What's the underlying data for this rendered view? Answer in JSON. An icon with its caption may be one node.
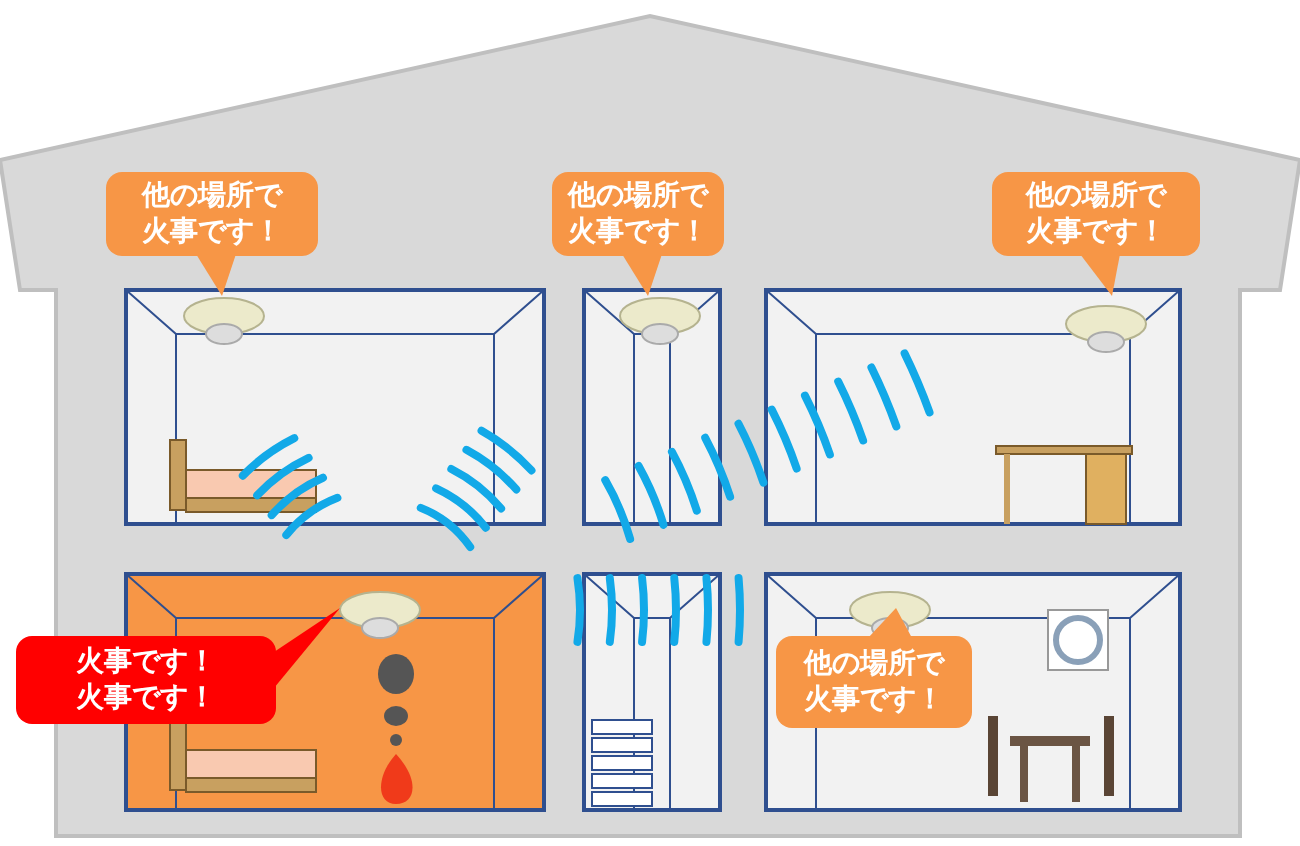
{
  "diagram": {
    "nodes": [
      {
        "text": [
          "他の場所で火事です！"
        ]
      },
      {
        "text": [
          "他の場所で火事です！"
        ]
      },
      {
        "text": [
          "他の場所で火事です！"
        ]
      },
      {
        "text": [
          "火事です！火事です！"
        ]
      },
      {
        "text": [
          "他の場所で火事です！"
        ]
      }
    ]
  }
}
